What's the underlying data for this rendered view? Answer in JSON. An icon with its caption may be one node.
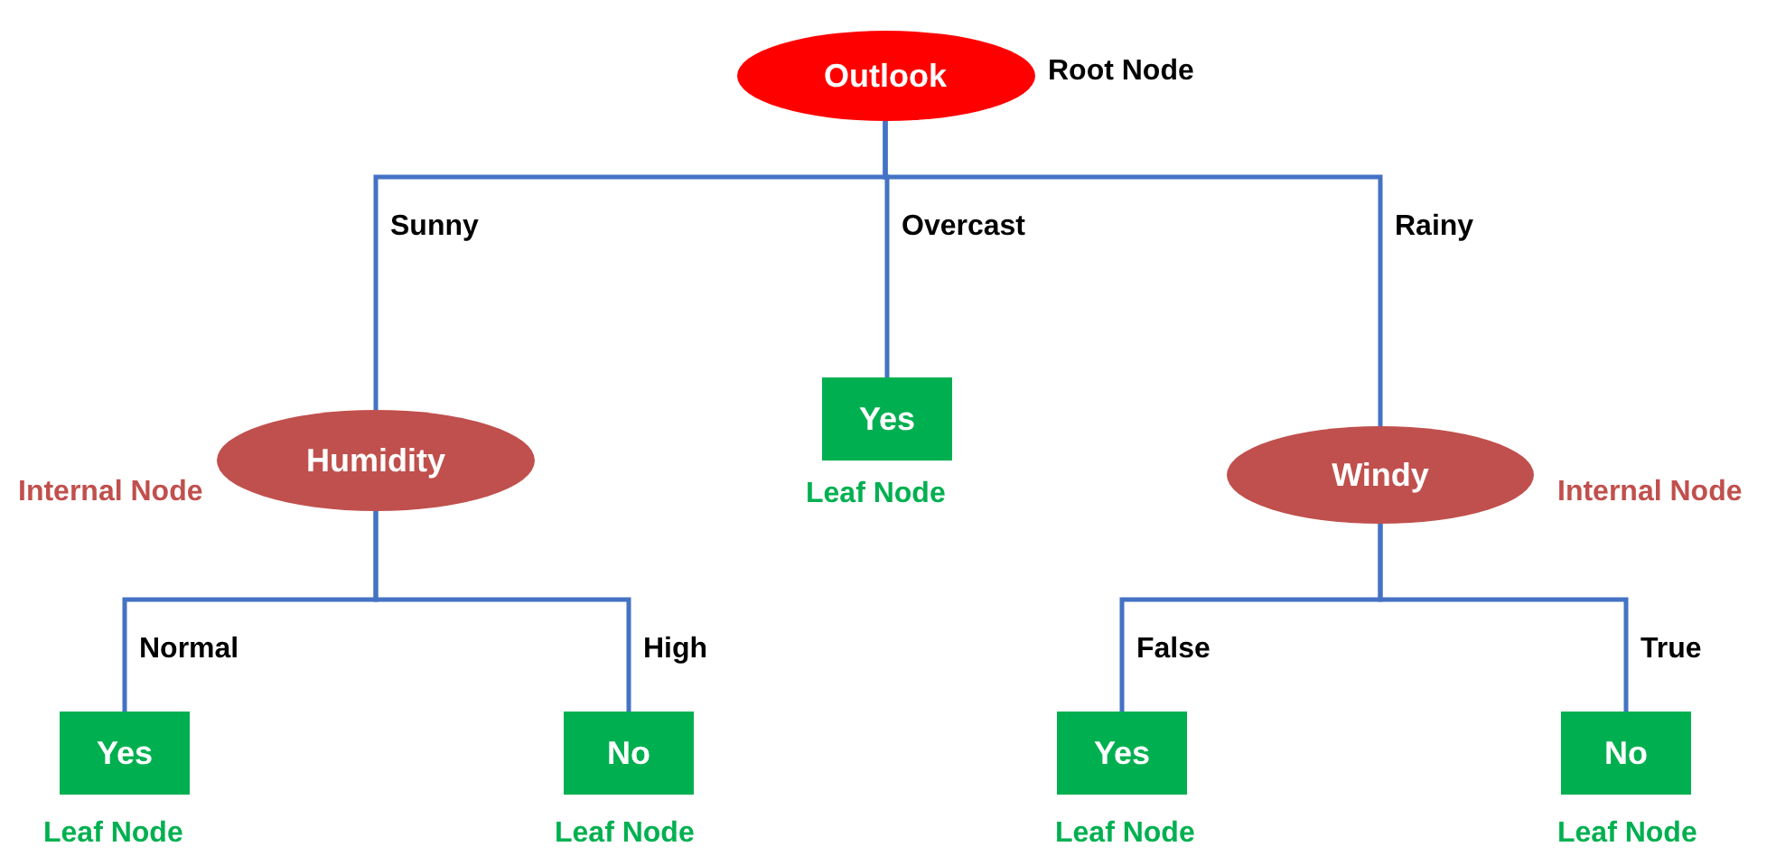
{
  "diagram": {
    "nodes": [
      {
        "text": [
          "Outlook"
        ],
        "beside": [
          "Root Node"
        ]
      },
      {
        "text": [
          "Humidity"
        ],
        "beside": [
          "Internal Node"
        ]
      },
      {
        "text": [
          "Yes"
        ],
        "beside": [
          "Leaf Node"
        ]
      },
      {
        "text": [
          "Windy"
        ],
        "beside": [
          "Internal Node"
        ]
      },
      {
        "text": [
          "Yes"
        ],
        "beside": [
          "Leaf Node"
        ]
      },
      {
        "text": [
          "No"
        ],
        "beside": [
          "Leaf Node"
        ]
      },
      {
        "text": [
          "Yes"
        ],
        "beside": [
          "Leaf Node"
        ]
      },
      {
        "text": [
          "No"
        ],
        "beside": [
          "Leaf Node"
        ]
      }
    ],
    "edges": [
      {
        "from": 0,
        "to": 1,
        "arrow": "none",
        "label": "Sunny"
      },
      {
        "from": 0,
        "to": 2,
        "arrow": "none",
        "label": "Overcast"
      },
      {
        "from": 0,
        "to": 3,
        "arrow": "none",
        "label": "Rainy"
      },
      {
        "from": 1,
        "to": 4,
        "arrow": "none",
        "label": "Normal"
      },
      {
        "from": 1,
        "to": 5,
        "arrow": "none",
        "label": "High"
      },
      {
        "from": 3,
        "to": 6,
        "arrow": "none",
        "label": "False"
      },
      {
        "from": 3,
        "to": 7,
        "arrow": "none",
        "label": "True"
      }
    ]
  }
}
